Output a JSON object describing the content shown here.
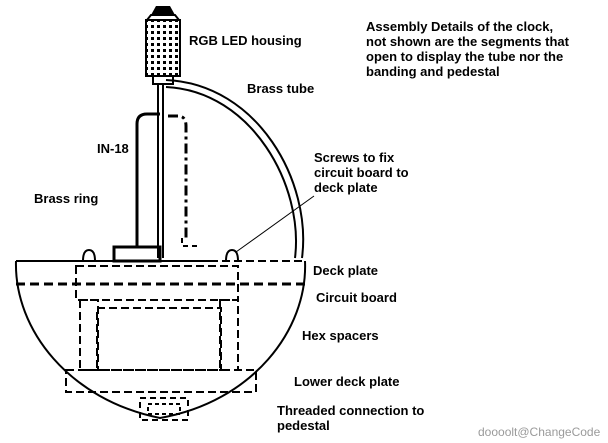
{
  "title_note": "Assembly Details of the clock,\nnot shown are the segments that\nopen to display the tube nor the\nbanding and pedestal",
  "labels": {
    "rgb_led_housing": "RGB LED housing",
    "brass_tube": "Brass tube",
    "in18": "IN-18",
    "screws": "Screws to fix\ncircuit board to\ndeck plate",
    "brass_ring": "Brass ring",
    "deck_plate": "Deck plate",
    "circuit_board": "Circuit board",
    "hex_spacers": "Hex spacers",
    "lower_deck_plate": "Lower deck plate",
    "threaded_connection": "Threaded connection to\npedestal"
  },
  "watermark": "doooolt@ChangeCode",
  "colors": {
    "ink": "#000000",
    "background": "#ffffff",
    "watermark": "#9a9a9a"
  }
}
